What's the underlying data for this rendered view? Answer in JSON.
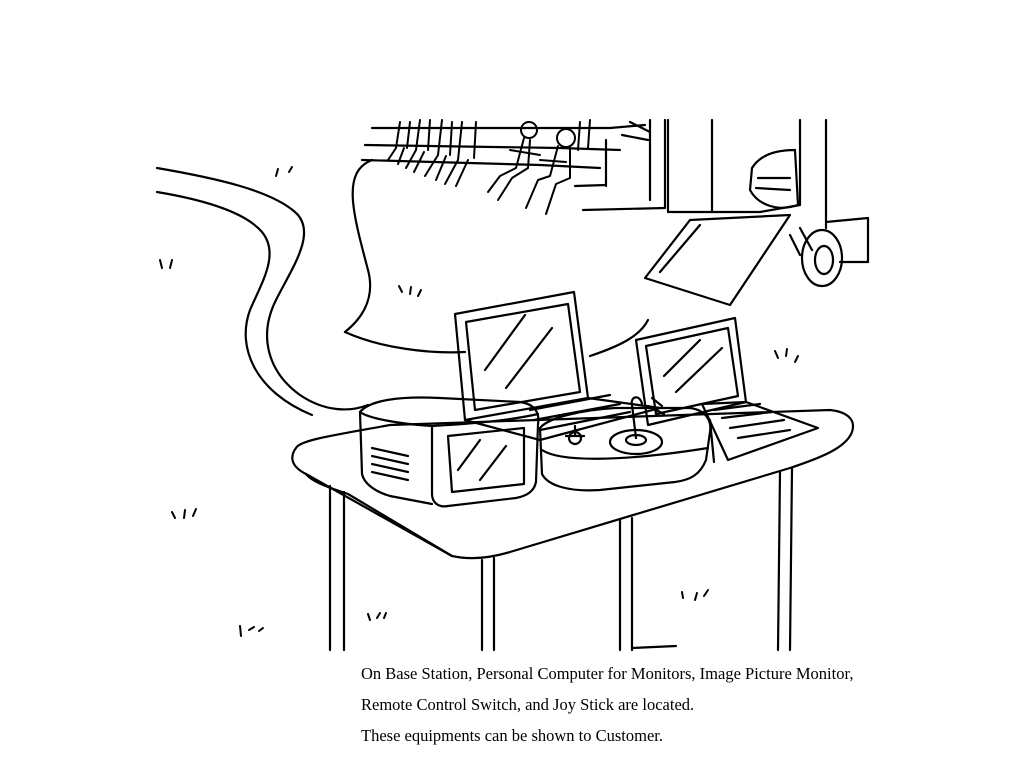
{
  "caption": {
    "line1": "On Base Station, Personal Computer for Monitors, Image Picture Monitor,",
    "line2": "Remote Control Switch, and Joy Stick are located.",
    "line3": "These equipments can be shown to Customer."
  },
  "colors": {
    "ink": "#000000",
    "background": "#ffffff"
  }
}
